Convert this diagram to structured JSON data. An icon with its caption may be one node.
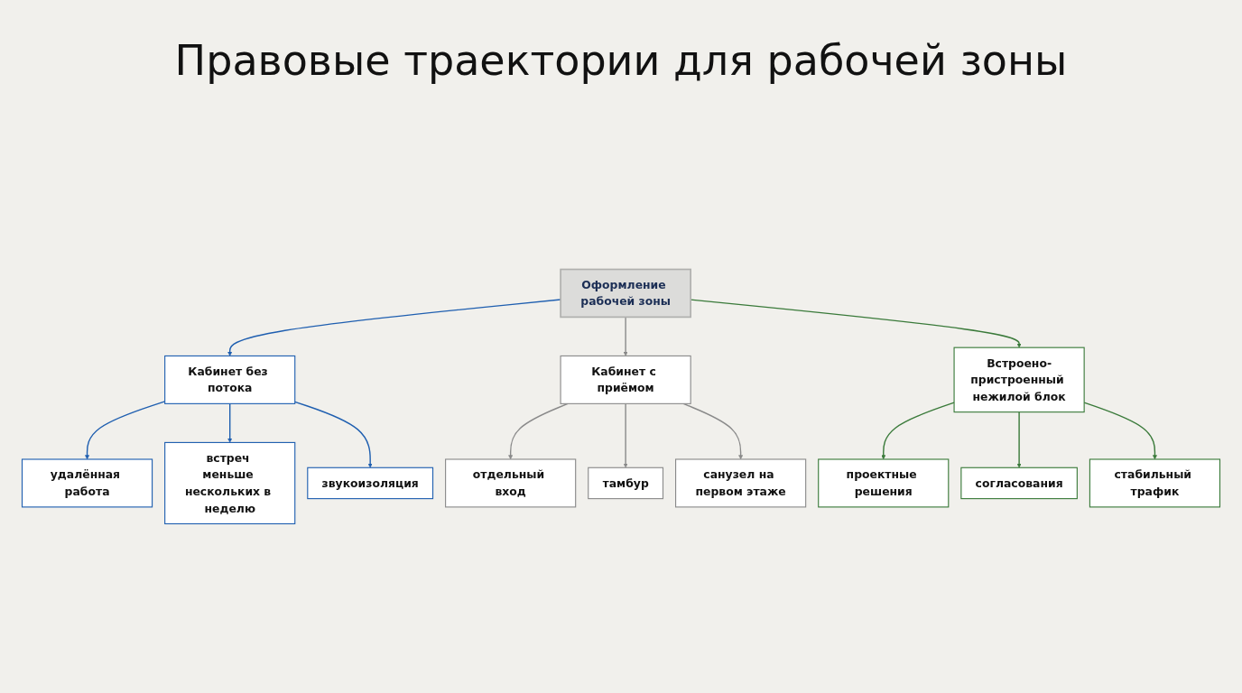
{
  "diagram": {
    "title": "Правовые траектории для рабочей зоны",
    "nodes": [
      {
        "text": [
          "Оформление рабочей зоны"
        ]
      },
      {
        "text": [
          "Кабинет без потока"
        ]
      },
      {
        "text": [
          "удалённая работа"
        ]
      },
      {
        "text": [
          "встреч меньше нескольких в неделю"
        ]
      },
      {
        "text": [
          "звукоизоляция"
        ]
      },
      {
        "text": [
          "Кабинет с приёмом"
        ]
      },
      {
        "text": [
          "отдельный вход"
        ]
      },
      {
        "text": [
          "тамбур"
        ]
      },
      {
        "text": [
          "санузел на первом этаже"
        ]
      },
      {
        "text": [
          "Встроено-пристроенный нежилой блок"
        ]
      },
      {
        "text": [
          "проектные решения"
        ]
      },
      {
        "text": [
          "согласования"
        ]
      },
      {
        "text": [
          "стабильный трафик"
        ]
      }
    ],
    "edges": [
      {
        "from": 0,
        "to": 1,
        "arrow": "to",
        "color": "#1f5fb0"
      },
      {
        "from": 0,
        "to": 5,
        "arrow": "to",
        "color": "#8a8a8a"
      },
      {
        "from": 0,
        "to": 9,
        "arrow": "to",
        "color": "#3a7a3a"
      },
      {
        "from": 1,
        "to": 2,
        "arrow": "to",
        "color": "#1f5fb0"
      },
      {
        "from": 1,
        "to": 3,
        "arrow": "to",
        "color": "#1f5fb0"
      },
      {
        "from": 1,
        "to": 4,
        "arrow": "to",
        "color": "#1f5fb0"
      },
      {
        "from": 5,
        "to": 6,
        "arrow": "to",
        "color": "#8a8a8a"
      },
      {
        "from": 5,
        "to": 7,
        "arrow": "to",
        "color": "#8a8a8a"
      },
      {
        "from": 5,
        "to": 8,
        "arrow": "to",
        "color": "#8a8a8a"
      },
      {
        "from": 9,
        "to": 10,
        "arrow": "to",
        "color": "#3a7a3a"
      },
      {
        "from": 9,
        "to": 11,
        "arrow": "to",
        "color": "#3a7a3a"
      },
      {
        "from": 9,
        "to": 12,
        "arrow": "to",
        "color": "#3a7a3a"
      }
    ]
  }
}
